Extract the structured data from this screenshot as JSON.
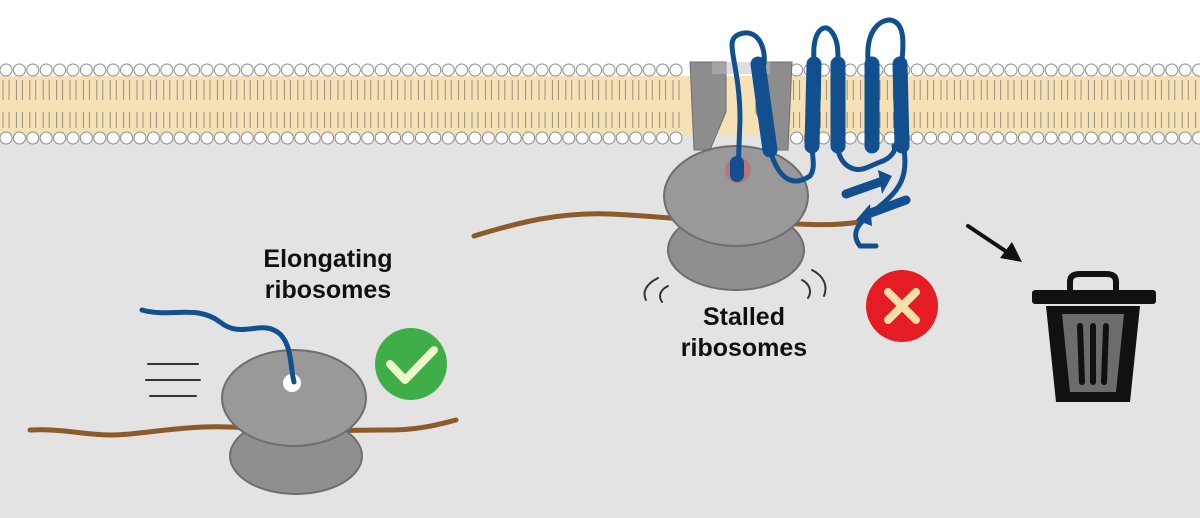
{
  "labels": {
    "elongating": [
      "Elongating",
      "ribosomes"
    ],
    "stalled": [
      "Stalled",
      "ribosomes"
    ]
  },
  "colors": {
    "cytosol": "#e3e3e3",
    "membrane_core": "#f6e1b7",
    "lipid_head": "#ffffff",
    "lipid_head_outline": "#8c8c8c",
    "ribosome": "#8f8f8f",
    "ribosome_dark": "#6e6e6e",
    "mrna": "#8c5a2b",
    "nascent_chain": "#114f8e",
    "check_badge": "#3fae49",
    "x_badge": "#e51c23",
    "x_mark": "#f7e0a8",
    "trash": "#111111",
    "arrow": "#111111"
  },
  "icons": {
    "ok": "check-icon",
    "fail": "x-icon",
    "degradation": "trash-icon",
    "direction": "arrow-icon"
  }
}
